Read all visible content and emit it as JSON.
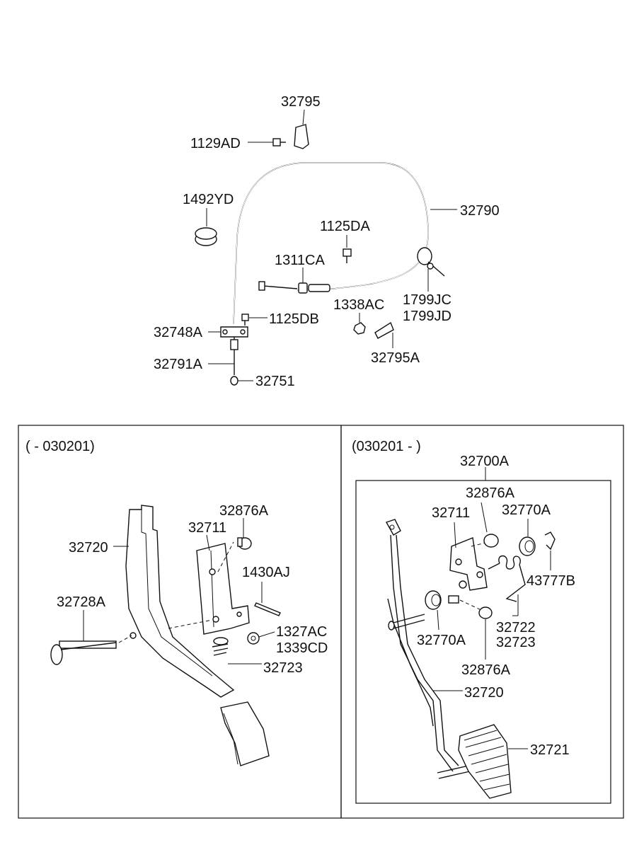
{
  "upper_assembly": {
    "labels": {
      "l32795": "32795",
      "l1129AD": "1129AD",
      "l1492YD": "1492YD",
      "l32790": "32790",
      "l1125DA": "1125DA",
      "l1311CA": "1311CA",
      "l1799JC": "1799JC",
      "l1338AC": "1338AC",
      "l1799JD": "1799JD",
      "l1125DB": "1125DB",
      "l32748A": "32748A",
      "l32795A": "32795A",
      "l32791A": "32791A",
      "l32751": "32751"
    }
  },
  "left_panel": {
    "period": "( - 030201)",
    "labels": {
      "l32876A": "32876A",
      "l32711": "32711",
      "l32720": "32720",
      "l1430AJ": "1430AJ",
      "l32728A": "32728A",
      "l1327AC": "1327AC",
      "l1339CD": "1339CD",
      "l32723": "32723"
    }
  },
  "right_panel": {
    "period": "(030201 - )",
    "labels": {
      "l32700A": "32700A",
      "l32876A_top": "32876A",
      "l32711": "32711",
      "l32770A_top": "32770A",
      "l43777B": "43777B",
      "l32722": "32722",
      "l32723": "32723",
      "l32770A_bottom": "32770A",
      "l32876A_bottom": "32876A",
      "l32720": "32720",
      "l32721": "32721"
    }
  }
}
